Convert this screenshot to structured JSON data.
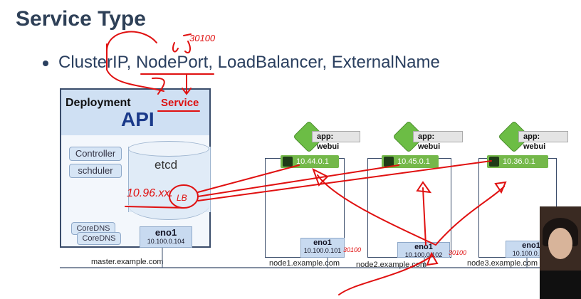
{
  "slide": {
    "title": "Service Type",
    "bullet": "ClusterIP, NodePort, LoadBalancer, ExternalName"
  },
  "master": {
    "deployment_label": "Deployment",
    "api_label": "API",
    "service_annotation": "Service",
    "components": [
      "Controller",
      "schduler",
      "etcd",
      "CoreDNS",
      "CoreDNS"
    ],
    "eno": {
      "name": "eno1",
      "ip": "10.100.0.104"
    },
    "hostname": "master.example.com"
  },
  "nodes": [
    {
      "hostname": "node1.example.com",
      "pod_ip": "10.44.0.1",
      "app_label": "app: webui",
      "eno": {
        "name": "eno1",
        "ip": "10.100.0.101"
      }
    },
    {
      "hostname": "node2.example.com",
      "pod_ip": "10.45.0.1",
      "app_label": "app: webui",
      "eno": {
        "name": "eno1",
        "ip": "10.100.0.102"
      }
    },
    {
      "hostname": "node3.example.com",
      "pod_ip": "10.36.0.1",
      "app_label": "app: webui",
      "eno": {
        "name": "eno1",
        "ip": "10.100.0.103"
      }
    }
  ],
  "annotations": {
    "nodeport_number": "30100",
    "cluster_ip": "10.96.xx.",
    "cluster_ip_box": "LB",
    "port_mark_1": "30100",
    "port_mark_2": "30100"
  },
  "colors": {
    "annotation_red": "#e01010",
    "pod_green": "#74b84a",
    "title": "#2e4057"
  }
}
